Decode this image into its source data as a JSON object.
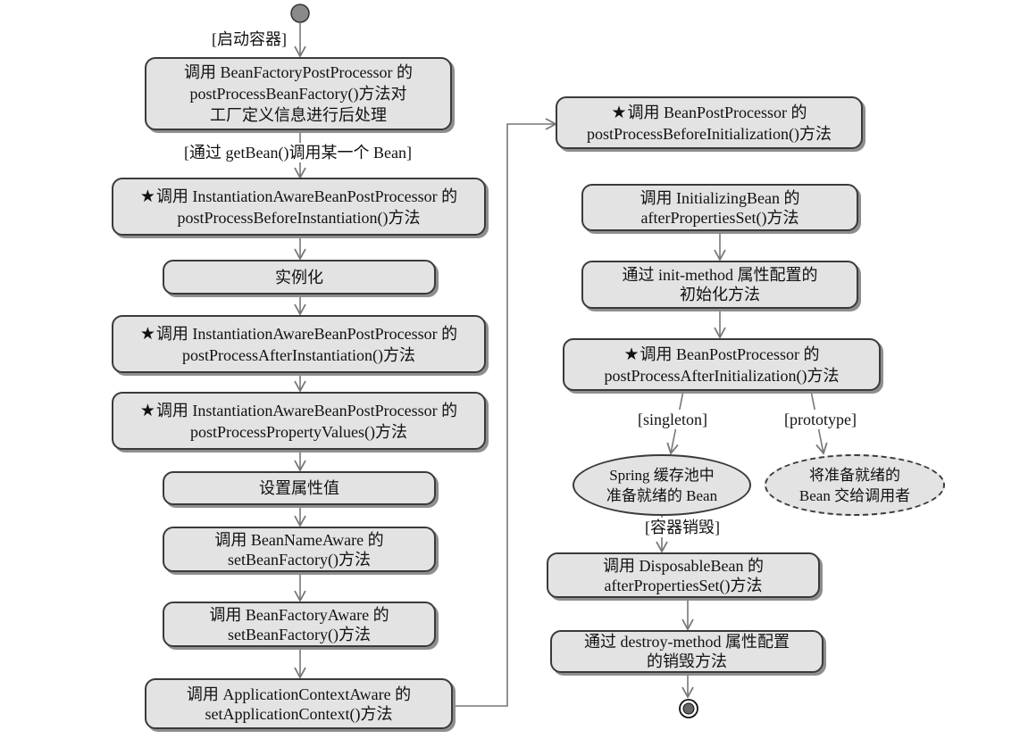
{
  "colors": {
    "box_fill": "#e3e3e3",
    "border": "#3a3a3a",
    "shadow": "#8e8e8e",
    "line": "#777777",
    "start_node": "#8a8a8a"
  },
  "icons": {
    "star": "★"
  },
  "guards": {
    "start": "[启动容器]",
    "getbean": "[通过 getBean()调用某一个 Bean]",
    "singleton": "[singleton]",
    "prototype": "[prototype]",
    "destroy": "[容器销毁]"
  },
  "steps": {
    "s1": {
      "l1": "调用 BeanFactoryPostProcessor 的",
      "l2": "postProcessBeanFactory()方法对",
      "l3": "工厂定义信息进行后处理"
    },
    "s2": {
      "l1": "调用 InstantiationAwareBeanPostProcessor 的",
      "l2": "postProcessBeforeInstantiation()方法"
    },
    "s3": {
      "l1": "实例化"
    },
    "s4": {
      "l1": "调用 InstantiationAwareBeanPostProcessor 的",
      "l2": "postProcessAfterInstantiation()方法"
    },
    "s5": {
      "l1": "调用 InstantiationAwareBeanPostProcessor 的",
      "l2": "postProcessPropertyValues()方法"
    },
    "s6": {
      "l1": "设置属性值"
    },
    "s7": {
      "l1": "调用 BeanNameAware 的",
      "l2": "setBeanFactory()方法"
    },
    "s8": {
      "l1": "调用 BeanFactoryAware 的",
      "l2": "setBeanFactory()方法"
    },
    "s9": {
      "l1": "调用 ApplicationContextAware 的",
      "l2": "setApplicationContext()方法"
    },
    "r1": {
      "l1": "调用 BeanPostProcessor 的",
      "l2": "postProcessBeforeInitialization()方法"
    },
    "r2": {
      "l1": "调用 InitializingBean 的",
      "l2": "afterPropertiesSet()方法"
    },
    "r3": {
      "l1": "通过 init-method 属性配置的",
      "l2": "初始化方法"
    },
    "r4": {
      "l1": "调用 BeanPostProcessor 的",
      "l2": "postProcessAfterInitialization()方法"
    },
    "r5": {
      "l1": "Spring 缓存池中",
      "l2": "准备就绪的 Bean"
    },
    "r6": {
      "l1": "将准备就绪的",
      "l2": "Bean 交给调用者"
    },
    "r7": {
      "l1": "调用 DisposableBean 的",
      "l2": "afterPropertiesSet()方法"
    },
    "r8": {
      "l1": "通过 destroy-method 属性配置",
      "l2": "的销毁方法"
    }
  }
}
